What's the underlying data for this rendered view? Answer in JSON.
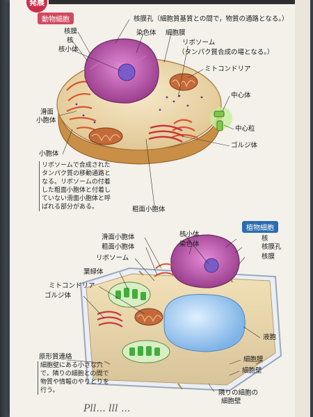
{
  "badge": "発展",
  "tags": {
    "animal": "動物細胞",
    "plant": "植物細胞"
  },
  "animal_labels": {
    "nuclear_pore": "核膜孔（細胞質基質との間で，物質の通路となる。）",
    "nuclear_membrane": "核膜",
    "nucleus": "核",
    "nucleolus": "核小体",
    "chromatin": "染色体",
    "cell_membrane": "細胞膜",
    "ribosome": "リボソーム",
    "ribosome_note": "（タンパク質合成の場となる。）",
    "mitochondria": "ミトコンドリア",
    "centrosome": "中心体",
    "centriole": "中心粒",
    "golgi": "ゴルジ体",
    "smooth_er": "滑面",
    "smooth_er2": "小胞体",
    "vesicle": "小胞体",
    "rough_er": "粗面小胞体"
  },
  "animal_note": "リボソームで合成されたタンパク質の移動通路となる。リボソームの付着した粗面小胞体と付着していない滑面小胞体と呼ばれる部分がある。",
  "plant_labels": {
    "smooth_er": "滑面小胞体",
    "rough_er": "粗面小胞体",
    "ribosome": "リボソーム",
    "chloroplast": "葉緑体",
    "mitochondria": "ミトコンドリア",
    "golgi": "ゴルジ体",
    "nucleolus": "核小体",
    "chromatin": "染色体",
    "nucleus": "核",
    "nuclear_pore": "核膜孔",
    "nuclear_membrane": "核膜",
    "vacuole": "液胞",
    "cell_membrane": "細胞膜",
    "cell_wall": "細胞壁",
    "neighbor_wall": "隣りの細胞の",
    "neighbor_wall2": "細胞壁",
    "plasmodesmata": "原形質連絡"
  },
  "plant_note": "細胞壁にある小さな穴で，隣りの細胞との間で物質や情報のやりとりを行う。",
  "handwriting": "Pll... lll ..."
}
